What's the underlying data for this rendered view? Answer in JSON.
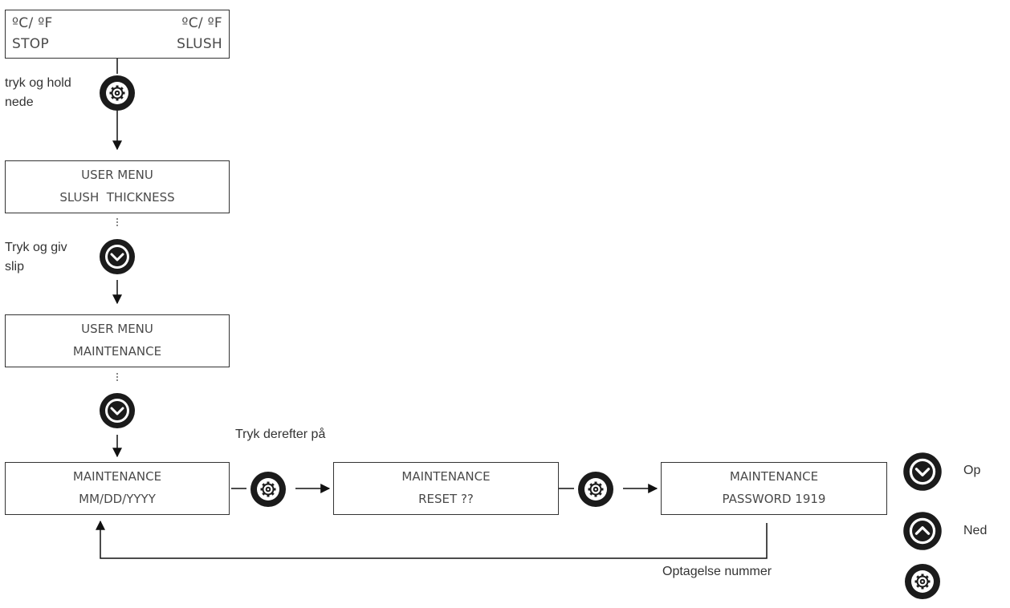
{
  "screen_status": {
    "left_top": "ºC/ ºF",
    "right_top": "ºC/ ºF",
    "left_bottom": "STOP",
    "right_bottom": "SLUSH"
  },
  "step1_note": "tryk og hold nede",
  "screen_user_menu_1": {
    "line1": "USER MENU",
    "line2": "SLUSH  THICKNESS"
  },
  "step2_note": "Tryk og giv slip",
  "screen_user_menu_2": {
    "line1": "USER MENU",
    "line2": "MAINTENANCE"
  },
  "then_note": "Tryk derefter på",
  "screen_maint_date": {
    "line1": "MAINTENANCE",
    "line2": "MM/DD/YYYY"
  },
  "screen_maint_reset": {
    "line1": "MAINTENANCE",
    "line2": "RESET ??"
  },
  "screen_maint_password": {
    "line1": "MAINTENANCE",
    "line2": "PASSWORD 1919"
  },
  "record_note": "Optagelse nummer",
  "legend": {
    "down_label": "Op",
    "up_label": "Ned"
  },
  "icons": {
    "settings": "gear-icon",
    "down": "chevron-down-icon",
    "up": "chevron-up-icon"
  }
}
